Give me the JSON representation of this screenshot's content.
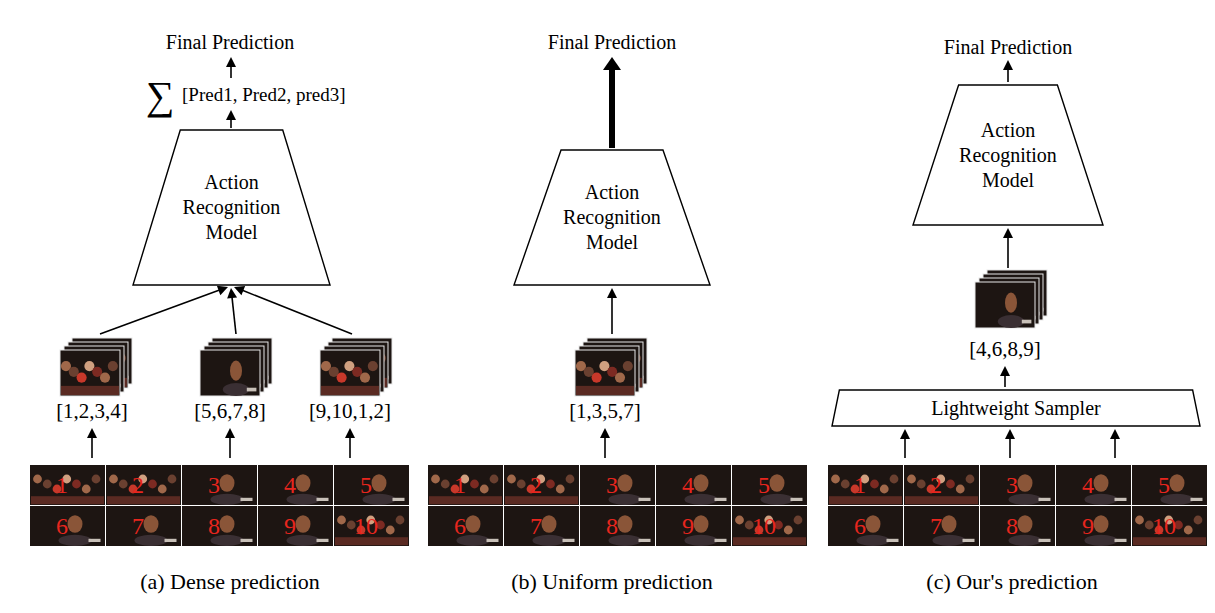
{
  "diagram": {
    "nodes": [
      {
        "text": [
          "Action Recognition Model"
        ]
      },
      {
        "text": [
          "Action Recognition Model"
        ]
      },
      {
        "text": [
          "Action Recognition Model"
        ]
      },
      {
        "text": [
          "Lightweight Sampler"
        ]
      }
    ],
    "labels": [
      "Final Prediction",
      "∑",
      "[Pred1, Pred2, pred3]",
      "[1,2,3,4]",
      "[5,6,7,8]",
      "[9,10,1,2]",
      "1",
      "2",
      "3",
      "4",
      "5",
      "6",
      "7",
      "8",
      "9",
      "10",
      "(a) Dense prediction",
      "Final Prediction",
      "[1,3,5,7]",
      "1",
      "2",
      "3",
      "4",
      "5",
      "6",
      "7",
      "8",
      "9",
      "10",
      "(b) Uniform prediction",
      "Final Prediction",
      "[4,6,8,9]",
      "1",
      "2",
      "3",
      "4",
      "5",
      "6",
      "7",
      "8",
      "9",
      "10",
      "(c) Our's prediction"
    ]
  }
}
